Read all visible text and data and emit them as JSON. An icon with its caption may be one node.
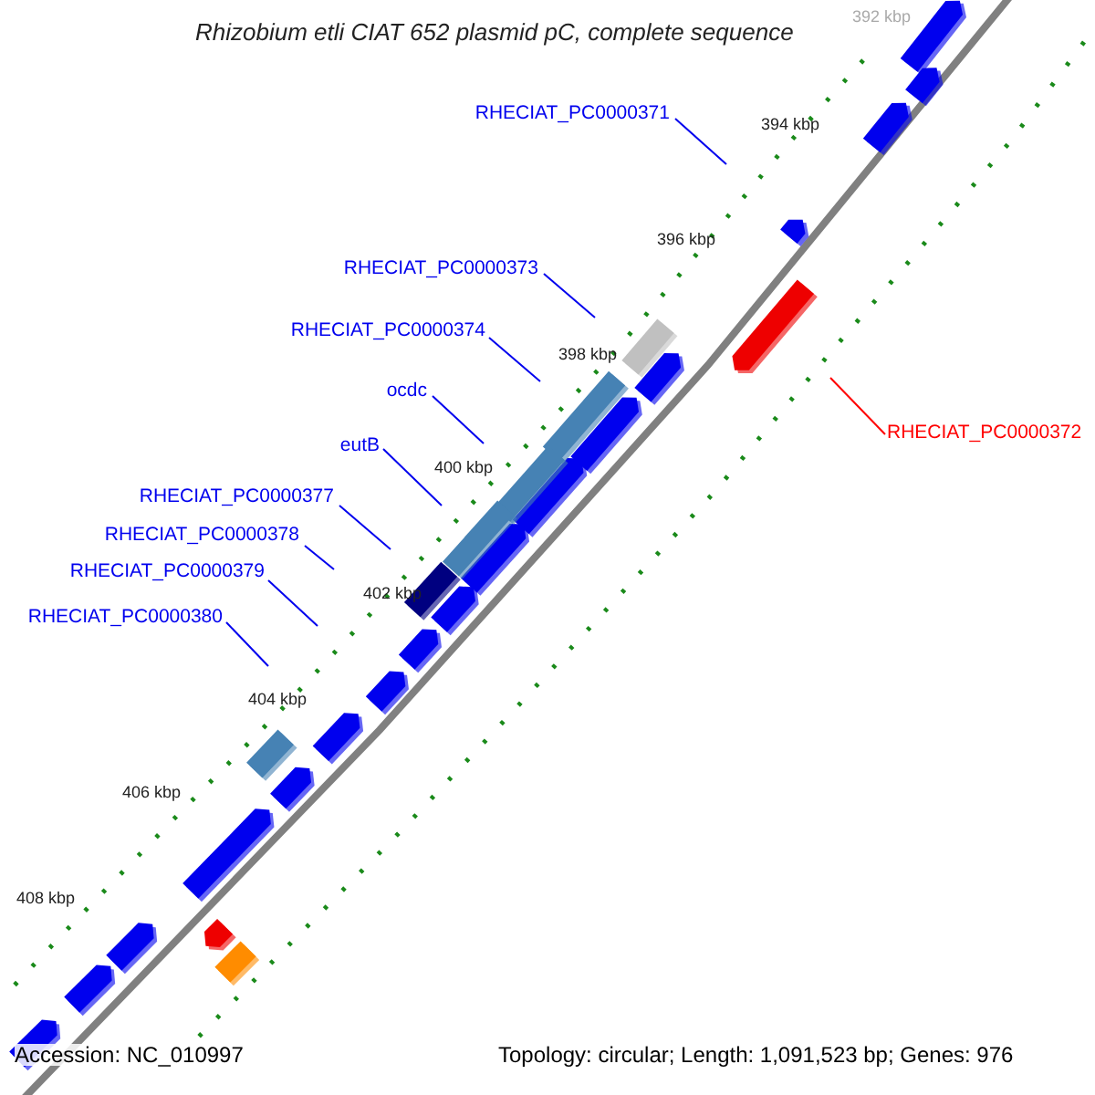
{
  "diagram": {
    "title": "Rhizobium etli CIAT 652 plasmid pC, complete sequence",
    "nodes": [
      {
        "text": [
          "RHECIAT_PC0000371"
        ]
      },
      {
        "text": [
          "RHECIAT_PC0000373"
        ]
      },
      {
        "text": [
          "RHECIAT_PC0000374"
        ]
      },
      {
        "text": [
          "ocdc"
        ]
      },
      {
        "text": [
          "eutB"
        ]
      },
      {
        "text": [
          "RHECIAT_PC0000377"
        ]
      },
      {
        "text": [
          "RHECIAT_PC0000378"
        ]
      },
      {
        "text": [
          "RHECIAT_PC0000379"
        ]
      },
      {
        "text": [
          "RHECIAT_PC0000380"
        ]
      },
      {
        "text": [
          "RHECIAT_PC0000372"
        ]
      }
    ],
    "edges": [
      {
        "from": 0,
        "to": null,
        "arrow": "none"
      },
      {
        "from": 1,
        "to": null,
        "arrow": "none"
      },
      {
        "from": 2,
        "to": null,
        "arrow": "none"
      },
      {
        "from": 3,
        "to": null,
        "arrow": "none"
      },
      {
        "from": 4,
        "to": null,
        "arrow": "none"
      },
      {
        "from": 5,
        "to": null,
        "arrow": "none"
      },
      {
        "from": 6,
        "to": null,
        "arrow": "none"
      },
      {
        "from": 7,
        "to": null,
        "arrow": "none"
      },
      {
        "from": 8,
        "to": null,
        "arrow": "none"
      },
      {
        "from": 9,
        "to": null,
        "arrow": "none",
        "color": "#ff0000"
      }
    ],
    "labels": [
      "392 kbp",
      "394 kbp",
      "396 kbp",
      "398 kbp",
      "400 kbp",
      "402 kbp",
      "404 kbp",
      "406 kbp",
      "408 kbp",
      "Accession: NC_010997",
      "Topology: circular; Length: 1,091,523 bp; Genes: 976"
    ]
  }
}
